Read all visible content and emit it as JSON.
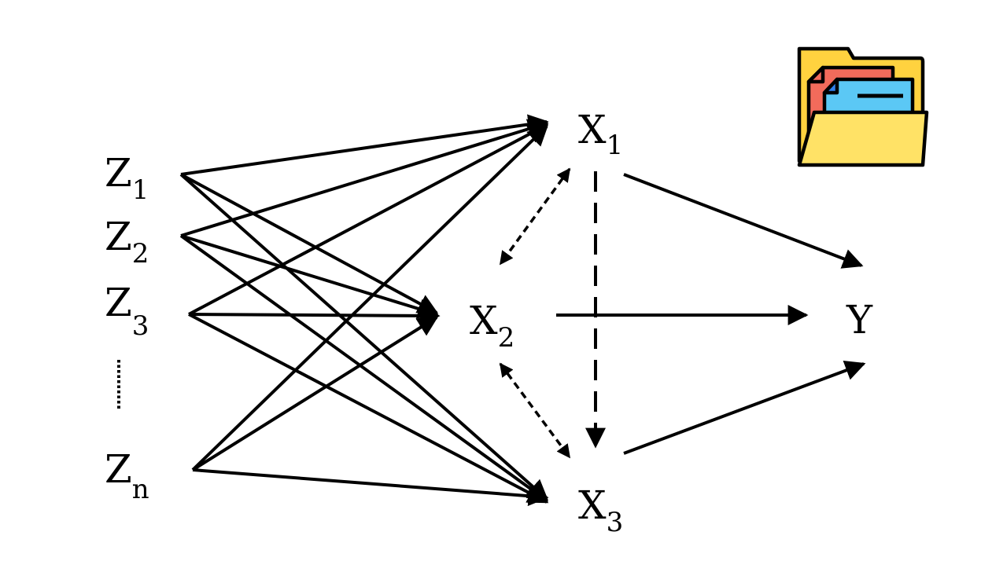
{
  "nodes": {
    "z1": {
      "main": "Z",
      "sub": "1"
    },
    "z2": {
      "main": "Z",
      "sub": "2"
    },
    "z3": {
      "main": "Z",
      "sub": "3"
    },
    "zn": {
      "main": "Z",
      "sub": "n"
    },
    "x1": {
      "main": "X",
      "sub": "1"
    },
    "x2": {
      "main": "X",
      "sub": "2"
    },
    "x3": {
      "main": "X",
      "sub": "3"
    },
    "y": {
      "main": "Y",
      "sub": ""
    }
  },
  "colors": {
    "edge": "#000000",
    "folder_back": "#FFD23F",
    "folder_front": "#FFE266",
    "doc_red": "#F26B5B",
    "doc_blue": "#5BC8F5",
    "outline": "#000000"
  },
  "icons": {
    "folder": "folder-with-documents-icon"
  }
}
